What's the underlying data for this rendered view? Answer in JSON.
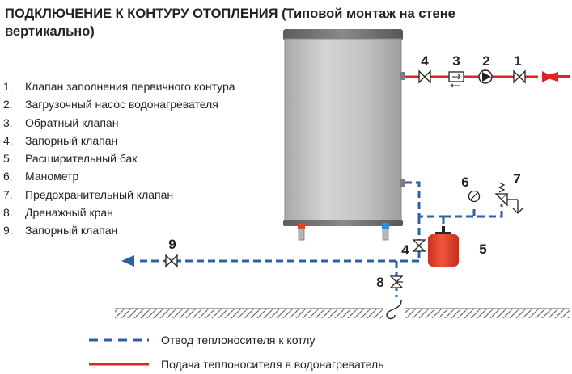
{
  "title": {
    "line1": "ПОДКЛЮЧЕНИЕ К КОНТУРУ ОТОПЛЕНИЯ (Типовой монтаж на стене",
    "line2": "вертикально)"
  },
  "legend": [
    {
      "num": "1.",
      "text": "Клапан заполнения первичного контура"
    },
    {
      "num": "2.",
      "text": "Загрузочный насос водонагревателя"
    },
    {
      "num": "3.",
      "text": "Обратный клапан"
    },
    {
      "num": "4.",
      "text": "Запорный клапан"
    },
    {
      "num": "5.",
      "text": "Расширительный бак"
    },
    {
      "num": "6.",
      "text": "Манометр"
    },
    {
      "num": "7.",
      "text": "Предохранительный клапан"
    },
    {
      "num": "8.",
      "text": "Дренажный кран"
    },
    {
      "num": "9.",
      "text": "Запорный клапан"
    }
  ],
  "callouts": {
    "c1": "1",
    "c2": "2",
    "c3": "3",
    "c4_top": "4",
    "c4_bottom": "4",
    "c5": "5",
    "c6": "6",
    "c7": "7",
    "c8": "8",
    "c9": "9"
  },
  "line_key": {
    "return_label": "Отвод теплоносителя к котлу",
    "supply_label": "Подача теплоносителя в водонагреватель"
  },
  "colors": {
    "return_line": "#2e5fa8",
    "supply_line": "#e02424",
    "tank_body": "#c8c8c8",
    "expansion_tank": "#e8402a"
  }
}
